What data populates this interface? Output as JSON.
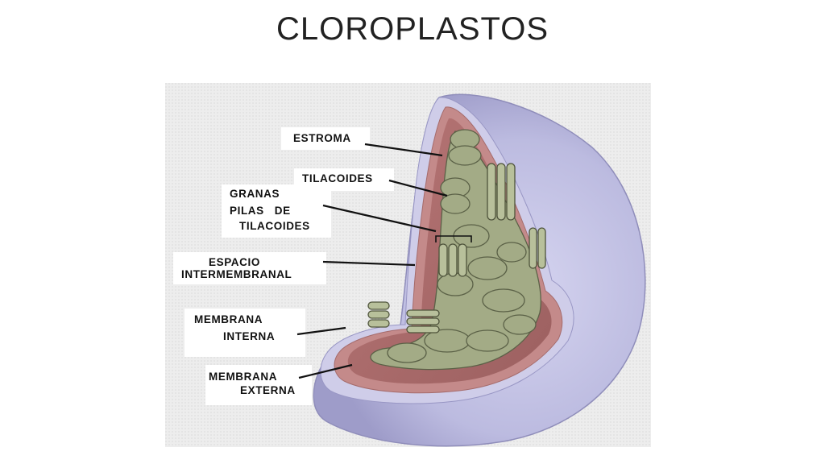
{
  "slide": {
    "title": "CLOROPLASTOS"
  },
  "diagram": {
    "labels": {
      "estroma": "ESTROMA",
      "tilacoides": "TILACOIDES",
      "granas": "GRANAS",
      "pilas_de": "PILAS   DE",
      "pilas_tilacoides": "TILACOIDES",
      "espacio": "ESPACIO",
      "intermembranal": "INTERMEMBRANAL",
      "membrana_interna_1": "MEMBRANA",
      "membrana_interna_2": "INTERNA",
      "membrana_externa_1": "MEMBRANA",
      "membrana_externa_2": "EXTERNA"
    },
    "colors": {
      "outer_membrane": "#b9b8de",
      "inner_membrane": "#c48a8a",
      "stroma": "#b07070",
      "thylakoid": "#a3ab86",
      "background": "#ececec"
    }
  }
}
